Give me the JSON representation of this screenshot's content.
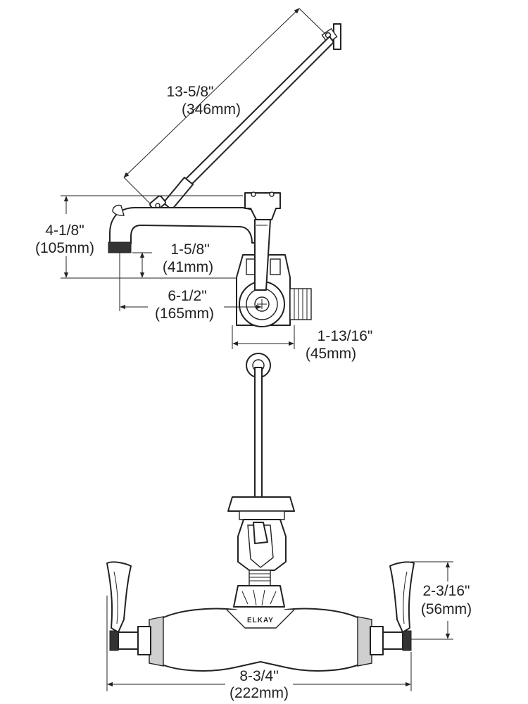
{
  "dimensions": {
    "arm_length": {
      "imperial": "13-5/8\"",
      "metric": "(346mm)"
    },
    "spout_height": {
      "imperial": "4-1/8\"",
      "metric": "(105mm)"
    },
    "outlet_height": {
      "imperial": "1-5/8\"",
      "metric": "(41mm)"
    },
    "spout_reach": {
      "imperial": "6-1/2\"",
      "metric": "(165mm)"
    },
    "inlet_depth": {
      "imperial": "1-13/16\"",
      "metric": "(45mm)"
    },
    "handle_height": {
      "imperial": "2-3/16\"",
      "metric": "(56mm)"
    },
    "overall_width": {
      "imperial": "8-3/4\"",
      "metric": "(222mm)"
    }
  },
  "brand": "ELKAY",
  "colors": {
    "line": "#222222",
    "shade": "#cfcfcf",
    "background": "#ffffff"
  }
}
